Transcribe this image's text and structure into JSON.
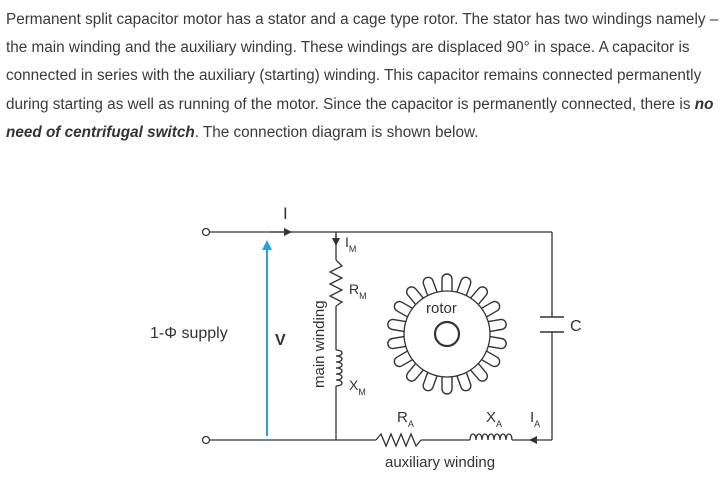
{
  "article": {
    "text_1": "Permanent split capacitor motor has a stator and a cage type rotor. The stator has two windings namely – the main winding and the auxiliary winding. These windings are displaced 90° in space. A capacitor is connected in series with the auxiliary (starting) winding. This capacitor remains connected permanently during starting as well as running of the motor. Since the capacitor is permanently connected, there is ",
    "emphasis": "no need of centrifugal switch",
    "text_2": ". The connection diagram is shown below."
  },
  "diagram": {
    "current_label": "I",
    "supply_label": "1-Φ supply",
    "voltage_label": "V",
    "main_current_label": "I",
    "main_current_sub": "M",
    "rm_label": "R",
    "rm_sub": "M",
    "main_winding_label": "main winding",
    "xm_label": "X",
    "xm_sub": "M",
    "rotor_label": "rotor",
    "capacitor_label": "C",
    "ra_label": "R",
    "ra_sub": "A",
    "xa_label": "X",
    "xa_sub": "A",
    "ia_label": "I",
    "ia_sub": "A",
    "aux_winding_label": "auxiliary winding",
    "arrow_color": "#2aa0d8"
  }
}
